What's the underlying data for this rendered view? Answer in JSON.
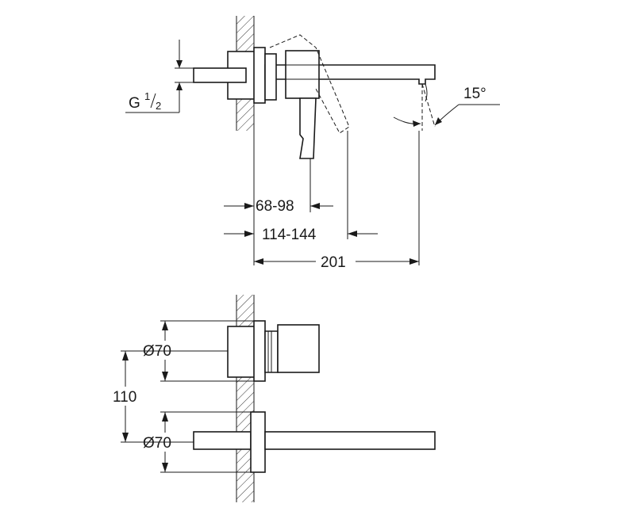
{
  "labels": {
    "thread_main": "G",
    "thread_num": "1",
    "thread_den": "2",
    "angle": "15°",
    "dim_a": "68-98",
    "dim_b": "114-144",
    "dim_c": "201",
    "dia_top": "Ø70",
    "dia_bottom": "Ø70",
    "spacing": "110"
  }
}
